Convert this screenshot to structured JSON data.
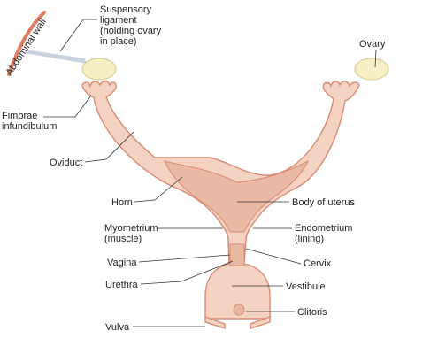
{
  "colors": {
    "tissue_fill": "#f5d3c3",
    "tissue_dark": "#eab9a4",
    "tissue_stroke": "#d98a72",
    "ovary_fill": "#f7efc6",
    "ovary_stroke": "#d7c68a",
    "abdominal_wall": "#e07b62",
    "ligament": "#c8d3df",
    "label_text": "#222222",
    "leader_line": "#333333"
  },
  "labels": {
    "abdominal_wall": "Abdominal wall",
    "suspensory_ligament": [
      "Suspensory",
      "ligament",
      "(holding ovary",
      "in place)"
    ],
    "ovary": "Ovary",
    "fimbrae": [
      "Fimbrae",
      "infundibulum"
    ],
    "oviduct": "Oviduct",
    "horn": "Horn",
    "body_of_uterus": "Body of uterus",
    "myometrium": [
      "Myometrium",
      "(muscle)"
    ],
    "endometrium": [
      "Endometrium",
      "(lining)"
    ],
    "vagina": "Vagina",
    "cervix": "Cervix",
    "urethra": "Urethra",
    "vestibule": "Vestibule",
    "clitoris": "Clitoris",
    "vulva": "Vulva"
  }
}
